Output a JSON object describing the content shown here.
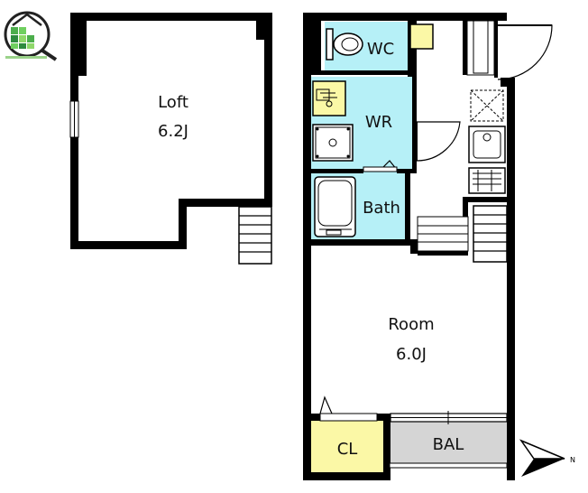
{
  "rooms": {
    "loft": {
      "name": "Loft",
      "size": "6.2J"
    },
    "wc": {
      "name": "WC"
    },
    "wr": {
      "name": "WR"
    },
    "bath": {
      "name": "Bath"
    },
    "room": {
      "name": "Room",
      "size": "6.0J"
    },
    "cl": {
      "name": "CL"
    },
    "bal": {
      "name": "BAL"
    }
  },
  "compass": {
    "north": "N"
  },
  "colors": {
    "wall": "#000000",
    "wet_area": "#b6f0f7",
    "closet": "#fbf8a6",
    "balcony": "#d5d5d5",
    "logo_green": "#5cb85c"
  }
}
